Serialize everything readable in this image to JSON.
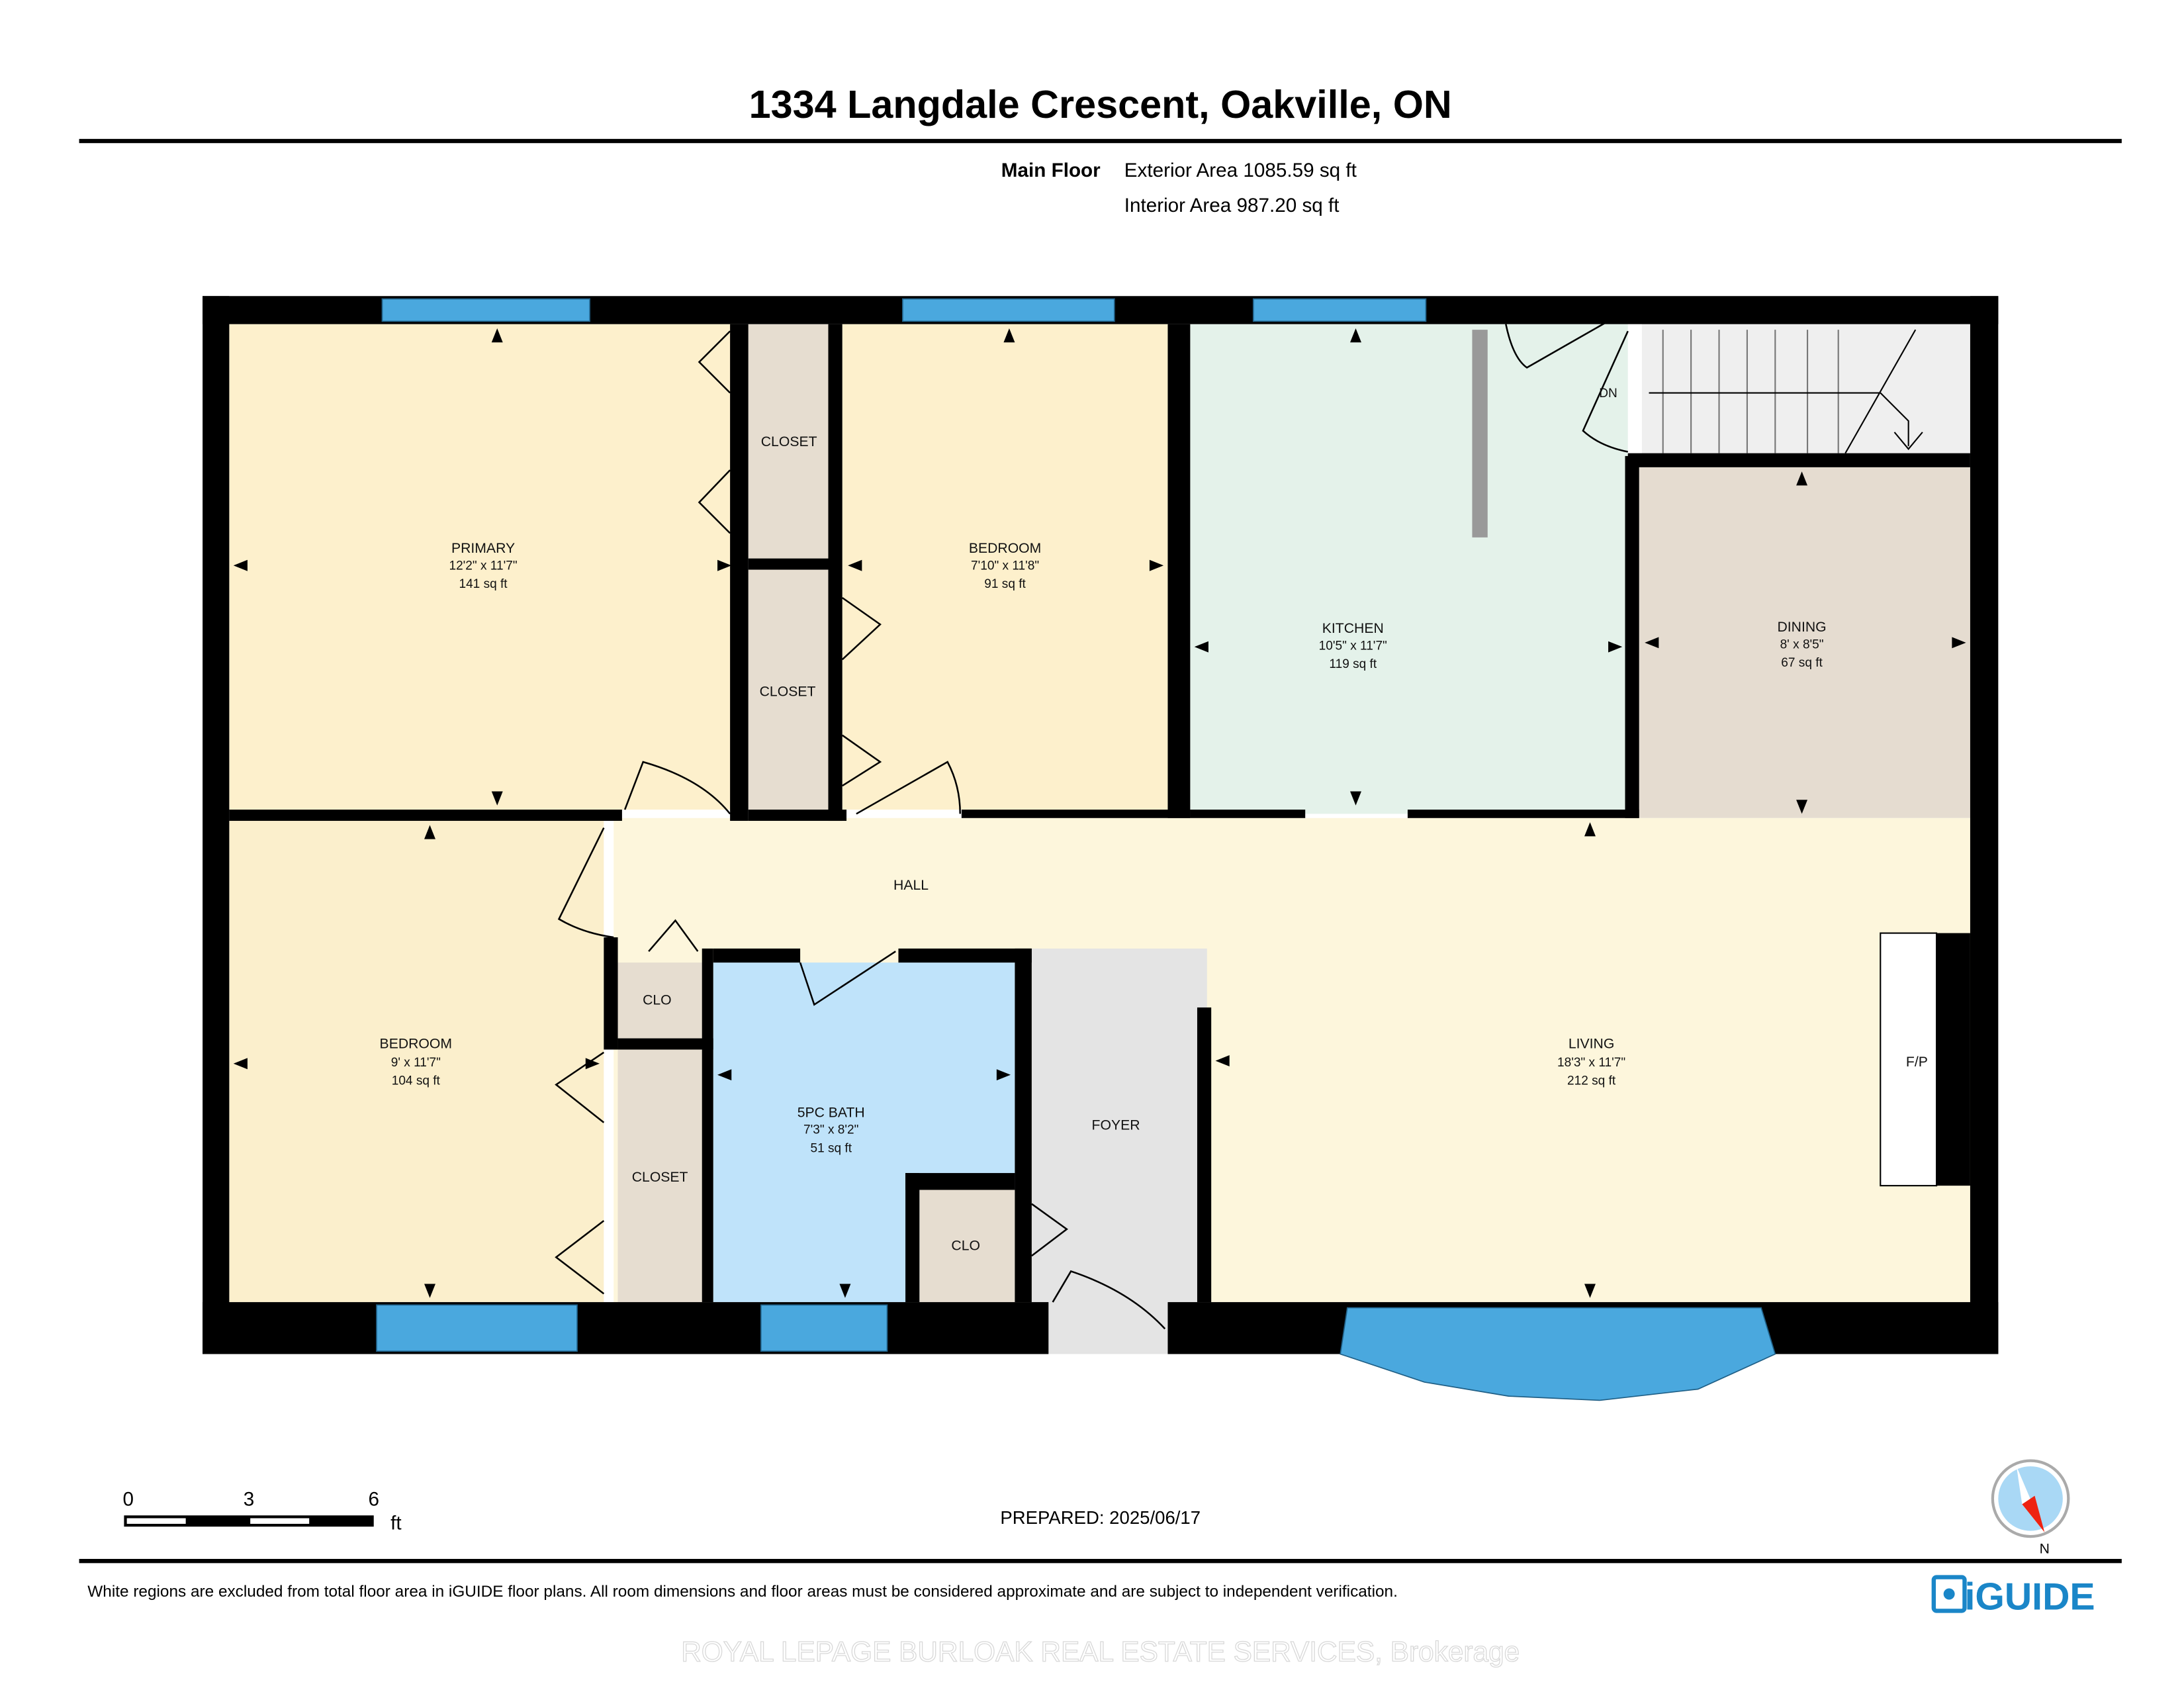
{
  "header": {
    "title": "1334 Langdale Crescent, Oakville, ON",
    "floor_label": "Main Floor",
    "exterior_area": "Exterior Area 1085.59 sq ft",
    "interior_area": "Interior Area 987.20 sq ft"
  },
  "rooms": {
    "primary": {
      "name": "PRIMARY",
      "dims": "12'2\" x 11'7\"",
      "area": "141 sq ft"
    },
    "bedroom_top": {
      "name": "BEDROOM",
      "dims": "7'10\" x 11'8\"",
      "area": "91 sq ft"
    },
    "kitchen": {
      "name": "KITCHEN",
      "dims": "10'5\" x 11'7\"",
      "area": "119 sq ft"
    },
    "dining": {
      "name": "DINING",
      "dims": "8' x 8'5\"",
      "area": "67 sq ft"
    },
    "bedroom_bottom": {
      "name": "BEDROOM",
      "dims": "9' x 11'7\"",
      "area": "104 sq ft"
    },
    "bath": {
      "name": "5PC BATH",
      "dims": "7'3\" x 8'2\"",
      "area": "51 sq ft"
    },
    "living": {
      "name": "LIVING",
      "dims": "18'3\" x 11'7\"",
      "area": "212 sq ft"
    },
    "closet_1": "CLOSET",
    "closet_2": "CLOSET",
    "closet_3": "CLOSET",
    "clo_1": "CLO",
    "clo_2": "CLO",
    "hall": "HALL",
    "foyer": "FOYER",
    "fireplace": "F/P",
    "stairs_dn": "DN"
  },
  "scale": {
    "ticks": [
      "0",
      "3",
      "6"
    ],
    "unit": "ft"
  },
  "prepared": "PREPARED: 2025/06/17",
  "compass": {
    "label": "N"
  },
  "footer": {
    "disclaimer": "White regions are excluded from total floor area in iGUIDE floor plans. All room dimensions and floor areas must be considered approximate and are subject to independent verification.",
    "logo": "iGUIDE",
    "watermark": "ROYAL LEPAGE BURLOAK REAL ESTATE SERVICES, Brokerage"
  },
  "colors": {
    "bedroom": "#fdf0cc",
    "kitchen": "#e4f2ea",
    "dining": "#e5dcd0",
    "hall": "#fdf6dc",
    "bath": "#bfe3fa",
    "window": "#4aa8de",
    "logo": "#1a86c8"
  }
}
